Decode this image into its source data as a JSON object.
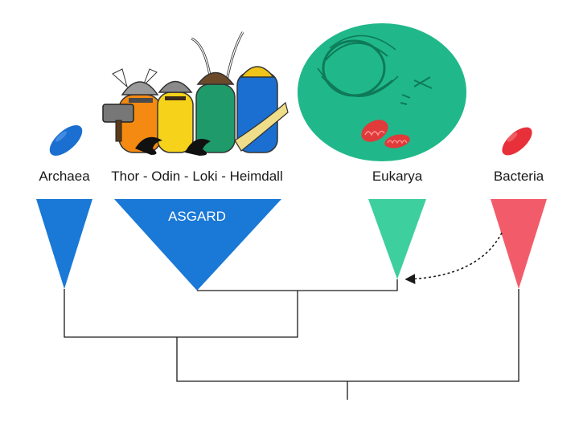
{
  "labels": {
    "archaea": "Archaea",
    "asgard_group": "Thor - Odin - Loki - Heimdall",
    "asgard": "ASGARD",
    "eukarya": "Eukarya",
    "bacteria": "Bacteria"
  },
  "colors": {
    "archaea": "#1a78d6",
    "asgard": "#1a78d6",
    "eukarya": "#3ecf9e",
    "bacteria": "#f25c6a",
    "cell": "#20b88a",
    "mitochondria": "#e03a3a",
    "tree_lines": "#1a1a1a"
  },
  "icons": [
    "archaea-cell-icon",
    "viking-helmets-illustration",
    "eukaryotic-cell-illustration",
    "mitochondria-icon",
    "bacteria-cell-icon"
  ]
}
